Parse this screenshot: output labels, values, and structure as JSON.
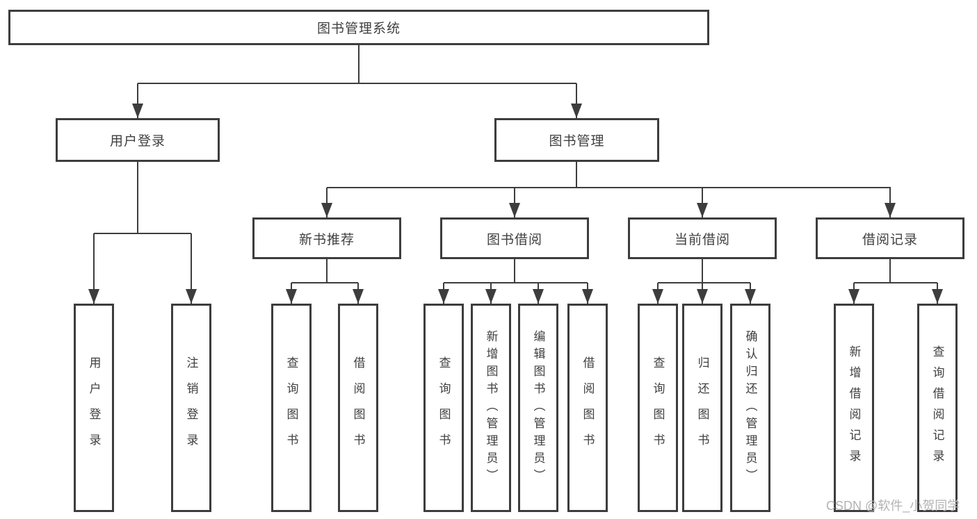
{
  "diagram": {
    "root": {
      "label": "图书管理系统"
    },
    "level2": [
      {
        "label": "用户登录"
      },
      {
        "label": "图书管理"
      }
    ],
    "level3": [
      {
        "label": "新书推荐"
      },
      {
        "label": "图书借阅"
      },
      {
        "label": "当前借阅"
      },
      {
        "label": "借阅记录"
      }
    ],
    "leaves": {
      "user_login": [
        {
          "label": "用户登录"
        },
        {
          "label": "注销登录"
        }
      ],
      "new_book": [
        {
          "label": "查询图书"
        },
        {
          "label": "借阅图书"
        }
      ],
      "book_borrow": [
        {
          "label": "查询图书"
        },
        {
          "label": "新增图书（管理员）"
        },
        {
          "label": "编辑图书（管理员）"
        },
        {
          "label": "借阅图书"
        }
      ],
      "current_borrow": [
        {
          "label": "查询图书"
        },
        {
          "label": "归还图书"
        },
        {
          "label": "确认归还（管理员）"
        }
      ],
      "borrow_record": [
        {
          "label": "新增借阅记录"
        },
        {
          "label": "查询借阅记录"
        }
      ]
    },
    "watermark": "CSDN @软件_小贺同学",
    "colors": {
      "line": "#3d3d3d",
      "text": "#3f3f3f",
      "watermark": "#b3b3b3"
    }
  }
}
